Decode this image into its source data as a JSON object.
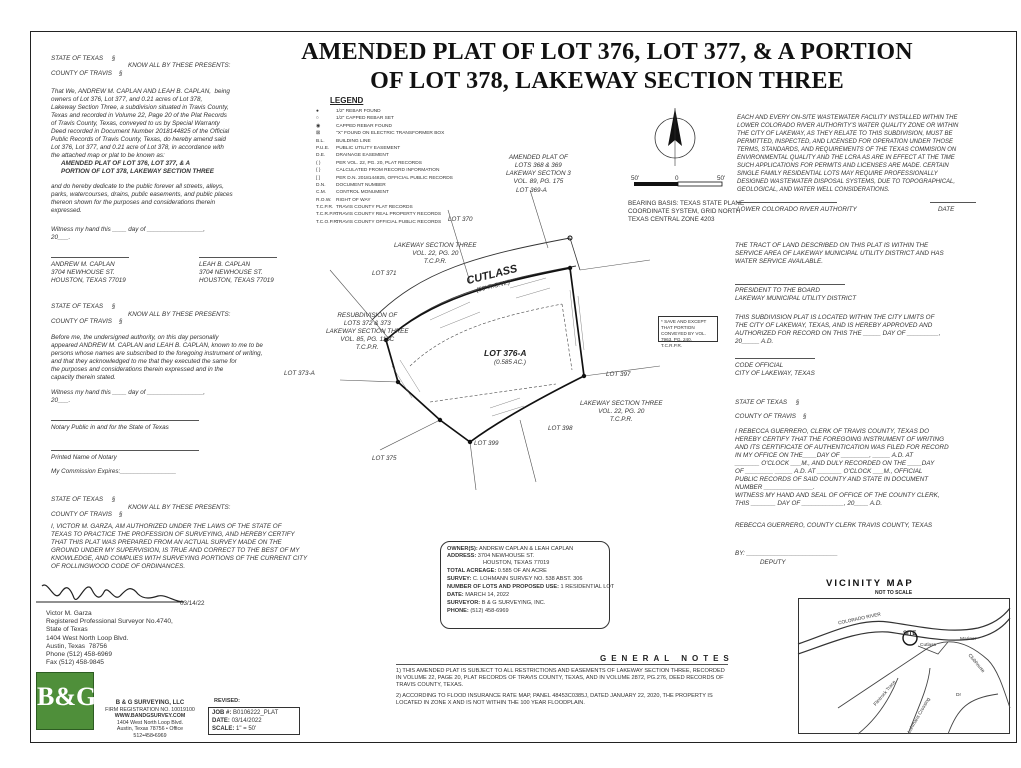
{
  "title": {
    "line1": "AMENDED PLAT OF LOT 376, LOT 377, & A PORTION",
    "line2": "OF LOT 378, LAKEWAY SECTION THREE"
  },
  "left": {
    "state1": "STATE OF TEXAS     §",
    "know1": "KNOW ALL BY THESE PRESENTS:",
    "county1": "COUNTY OF TRAVIS    §",
    "dedication": "That We, ANDREW M. CAPLAN AND LEAH B. CAPLAN,  being\nowners of Lot 376, Lot 377, and 0.21 acres of Lot 378,\nLakeway Section Three, a subdivision situated in Travis County,\nTexas and recorded in Volume 22, Page 20 of the Plat Records\nof Travis County, Texas, conveyed to us by Special Warranty\nDeed recorded in Document Number 2018144825 of the Official\nPublic Records of Travis County, Texas, do hereby amend said\nLot 376, Lot 377, and 0.21 acre of Lot 378, in accordance with\nthe attached map or plat to be known as:",
    "plat_name": "AMENDED PLAT OF LOT 376, LOT 377, & A\nPORTION OF LOT 378, LAKEWAY SECTION THREE",
    "dedicate2": "and do hereby dedicate to the public forever all streets, alleys,\nparks, watercourses, drains, public easements, and public places\nthereon shown for the purposes and considerations therein\nexpressed.",
    "witness1": "Witness my hand this ____ day of ________________,\n20___.",
    "owner1": "ANDREW M. CAPLAN\n3704 NEWHOUSE ST.\nHOUSTON, TEXAS 77019",
    "owner2": "LEAH B. CAPLAN\n3704 NEWHOUSE ST.\nHOUSTON, TEXAS 77019",
    "state2": "STATE OF TEXAS     §",
    "know2": "KNOW ALL BY THESE PRESENTS:",
    "county2": "COUNTY OF TRAVIS    §",
    "ack": "Before me, the undersigned authority, on this day personally\nappeared ANDREW M. CAPLAN and LEAH B. CAPLAN, known to me to be\npersons whose names are subscribed to the foregoing instrument of writing,\nand that they acknowledged to me that they executed the same for\nthe purposes and considerations therein expressed and in the\ncapacity therein stated.",
    "witness2": "Witness my hand this ____ day of ________________,\n20___.",
    "notary": "Notary Public in and for the State of Texas",
    "notary_name": "Printed Name of Notary",
    "commission": "My Commission Expires:________________",
    "state3": "STATE OF TEXAS     §",
    "know3": "KNOW ALL BY THESE PRESENTS:",
    "county3": "COUNTY OF TRAVIS    §",
    "surveyor_cert": "I, VICTOR M. GARZA, AM AUTHORIZED UNDER THE LAWS OF THE STATE OF\nTEXAS TO PRACTICE THE PROFESSION OF SURVEYING, AND HEREBY CERTIFY\nTHAT THIS PLAT WAS PREPARED FROM AN ACTUAL SURVEY MADE ON THE\nGROUND UNDER MY SUPERVISION, IS TRUE AND CORRECT TO THE BEST OF MY\nKNOWLEDGE, AND COMPLIES WITH SURVEYING PORTIONS OF THE CURRENT CITY\nOF ROLLINGWOOD CODE OF ORDINANCES.",
    "sig_date": "03/14/22",
    "surveyor_info": "Victor M. Garza\nRegistered Professional Surveyor No.4740,\nState of Texas\n1404 West North Loop Blvd.\nAustin, Texas  78756\nPhone (512) 458-6969\nFax (512) 458-9845"
  },
  "right": {
    "wastewater": "EACH AND EVERY ON-SITE WASTEWATER FACILITY INSTALLED WITHIN THE\nLOWER COLORADO RIVER AUTHORITY'S WATER QUALITY ZONE OR WITHIN\nTHE CITY OF LAKEWAY, AS THEY RELATE TO THIS SUBDIVISION, MUST BE\nPERMITTED, INSPECTED, AND LICENSED FOR OPERATION UNDER THOSE\nTERMS, STANDARDS, AND REQUIREMENTS OF THE TEXAS COMMISION ON\nENVIRONMENTAL QUALITY AND THE LCRA AS ARE IN EFFECT AT THE TIME\nSUCH APPLICATIONS FOR PERMITS AND LICENSES ARE MADE. CERTAIN\nSINGLE FAMILY RESIDENTIAL LOTS MAY REQUIRE PROFESSIONALLY\nDESIGNED WASTEWATER DISPOSAL SYSTEMS, DUE TO TOPOGRAPHICAL,\nGEOLOGICAL, AND WATER WELL CONSIDERATIONS.",
    "lcra": "LOWER COLORADO RIVER AUTHORITY",
    "date": "DATE",
    "service": "THE TRACT OF LAND DESCRIBED ON THIS PLAT IS WITHIN THE\nSERVICE AREA OF LAKEWAY MUNICIPAL UTILITY DISTRICT AND HAS\nWATER SERVICE AVAILABLE.",
    "president": "PRESIDENT TO THE BOARD\nLAKEWAY MUNICIPAL UTILITY DISTRICT",
    "city_limits": "THIS SUBDIVISION PLAT IS LOCATED WITHIN THE CITY LIMITS OF\nTHE CITY OF LAKEWAY, TEXAS, AND IS HEREBY APPROVED AND\nAUTHORIZED FOR RECORD ON THIS THE _____ DAY OF _________,\n20_____ A.D.",
    "code_official": "CODE OFFICIAL\nCITY OF LAKEWAY, TEXAS",
    "state": "STATE OF TEXAS     §",
    "county": "COUNTY OF TRAVIS    §",
    "clerk_cert": "I REBECCA GUERRERO, CLERK OF TRAVIS COUNTY, TEXAS DO\nHEREBY CERTIFY THAT THE FOREGOING INSTRUMENT OF WRITING\nAND ITS CERTIFICATE OF AUTHENTICATION WAS FILED FOR RECORD\nIN MY OFFICE ON THE____DAY OF ________, _____ A.D. AT\n_______ O'CLOCK ___M., AND DULY RECORDED ON THE ____DAY\nOF ________ _____ A.D. AT _______ O'CLOCK ___M., OFFICIAL\nPUBLIC RECORDS OF SAID COUNTY AND STATE IN DOCUMENT\nNUMBER ______________.",
    "clerk_witness": "WITNESS MY HAND AND SEAL OF OFFICE OF THE COUNTY CLERK,\nTHIS _______ DAY OF ____________, 20____ A.D.",
    "clerk_name": "REBECCA GUERRERO, COUNTY CLERK TRAVIS COUNTY, TEXAS",
    "by": "BY: __________________________",
    "deputy": "DEPUTY"
  },
  "legend": {
    "title": "LEGEND",
    "items": [
      "1/2\" REBAR FOUND",
      "1/2\" CAPPED REBAR SET",
      "CAPPED REBAR FOUND",
      "\"X\" FOUND ON ELECTRIC TRANSFORMER BOX",
      "BUILDING LINE",
      "PUBLIC UTILITY EASEMENT",
      "DRAINAGE EASEMENT",
      "PER VOL. 22, PG. 20, PLAT RECORDS",
      "CALCULATED FROM RECORD INFORMATION",
      "PER D.N. 2018144825, OFFICIAL PUBLIC RECORDS",
      "DOCUMENT NUMBER",
      "CONTROL MONUMENT",
      "RIGHT OF WAY",
      "TRAVIS COUNTY PLAT RECORDS",
      "TRAVIS COUNTY REAL PROPERTY RECORDS",
      "TRAVIS COUNTY OFFICIAL PUBLIC RECORDS"
    ],
    "codes": [
      "B.L.",
      "P.U.E.",
      "D.E.",
      "( )",
      "{ }",
      "[ ]",
      "D.N.",
      "C.M.",
      "R.O.W.",
      "T.C.P.R.",
      "T.C.R.P.R.",
      "T.C.O.P.R."
    ]
  },
  "map": {
    "cutlass": "CUTLASS",
    "cutlass_row": "(50' R.O.W.)",
    "lot_main": "LOT 376-A",
    "lot_main_area": "(0.585 AC.)",
    "lakeway_s3_top": "LAKEWAY SECTION THREE\nVOL. 22, PG. 20\nT.C.P.R.",
    "amended_plat": "AMENDED PLAT OF\nLOTS 368 & 369\nLAKEWAY SECTION 3\nVOL. 89, PG. 175",
    "lot369a": "LOT 369-A",
    "lot370": "LOT 370",
    "lot371": "LOT 371",
    "resub": "RESUBDIVISION OF\nLOTS 372 & 373\nLAKEWAY SECTION THREE\nVOL. 85, PG. 113C\nT.C.P.R.",
    "lot373a": "LOT 373-A",
    "lot375": "LOT 375",
    "lot397": "LOT 397",
    "lot398": "LOT 398",
    "lot399": "LOT 399",
    "lakeway_s3_right": "LAKEWAY SECTION THREE\nVOL. 22, PG. 20\nT.C.P.R.",
    "bearing": "BEARING BASIS: TEXAS STATE PLANE\nCOORDINATE SYSTEM, GRID NORTH\nTEXAS CENTRAL ZONE 4203",
    "save_except": "* SAVE AND EXCEPT THAT PORTION\nCONVEYED BY VOL. 7963, PG. 240,\nT.C.R.P.R.",
    "scale_labels": [
      "50'",
      "0",
      "50'"
    ]
  },
  "owner_box": {
    "owners_label": "OWNER(S):",
    "owners": "ANDREW CAPLAN & LEAH CAPLAN",
    "address_label": "ADDRESS:",
    "address": "3704 NEWHOUSE ST.",
    "address2": "HOUSTON, TEXAS 77019",
    "acreage_label": "TOTAL ACREAGE:",
    "acreage": "0.585 OF AN ACRE",
    "survey_label": "SURVEY:",
    "survey": "C. LOHMANN SURVEY NO. 538 ABST. 306",
    "lots_label": "NUMBER OF LOTS AND PROPOSED USE:",
    "lots": "1 RESIDENTIAL LOT",
    "date_label": "DATE:",
    "date": "MARCH 14, 2022",
    "surveyor_label": "SURVEYOR:",
    "surveyor": "B & G SURVEYING, INC.",
    "phone_label": "PHONE:",
    "phone": "(512) 458-6969"
  },
  "notes": {
    "heading": "GENERAL NOTES",
    "note1": "1) THIS AMENDED PLAT IS SUBJECT TO ALL RESTRICTIONS AND EASEMENTS OF LAKEWAY SECTION THREE, RECORDED IN VOLUME 22, PAGE 20, PLAT RECORDS OF TRAVIS COUNTY, TEXAS, AND IN VOLUME 2872, PG.276, DEED RECORDS OF TRAVIS COUNTY, TEXAS.",
    "note2": "2) ACCORDING TO FLOOD INSURANCE RATE MAP, PANEL 48453C0385J, DATED JANUARY 22, 2020, THE PROPERTY IS LOCATED IN ZONE X AND IS NOT WITHIN THE 100 YEAR FLOODPLAIN."
  },
  "vicinity": {
    "title": "VICINITY MAP",
    "subtitle": "NOT TO SCALE",
    "site": "SITE",
    "labels": [
      "COLORADO RIVER",
      "Cutlass",
      "Mariner",
      "Flintrock Trace",
      "Lohmans Crossing",
      "Dr",
      "Clubhouse"
    ]
  },
  "company": {
    "logo": "B&G",
    "name": "B & G SURVEYING, LLC",
    "firm": "FIRM REGISTRATION NO. 10019100",
    "web": "WWW.BANDGSURVEY.COM",
    "address": "1404 West North Loop Blvd.",
    "city": "Austin, Texas 78756 • Office 512•458•6969"
  },
  "job": {
    "revised_label": "REVISED:",
    "job_label": "JOB #:",
    "job": "B0106222_PLAT",
    "date_label": "DATE:",
    "date": "03/14/2022",
    "scale_label": "SCALE:",
    "scale": "1\" = 50'"
  }
}
